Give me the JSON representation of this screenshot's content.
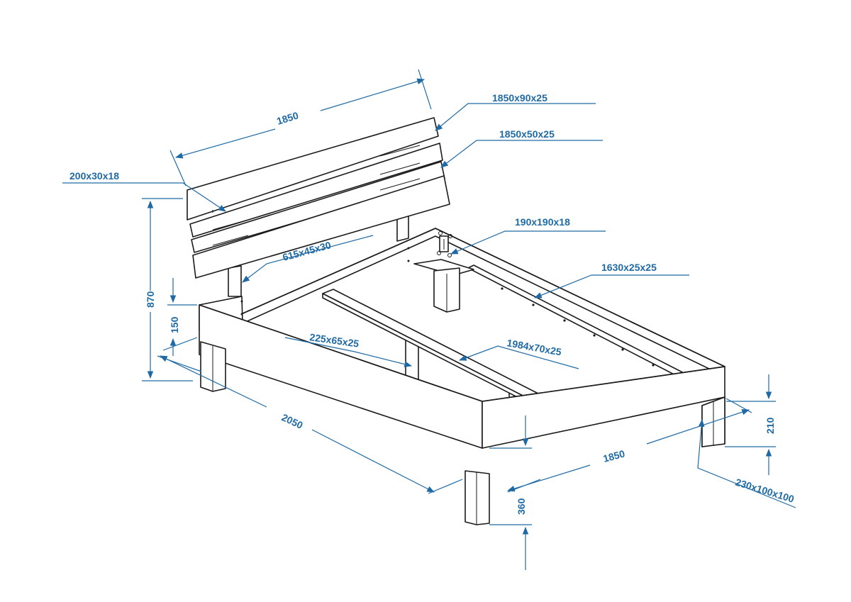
{
  "drawing": {
    "line_color": "#1a1a1a",
    "dimension_color": "#1f6aa5",
    "labels": {
      "headboard_width": "1850",
      "top_board": "1850x90x25",
      "middle_boards": "1850x50x25",
      "headboard_post": "200x30x18",
      "head_post": "615x45x30",
      "corner_block": "190x190x18",
      "side_ledger": "1630x25x25",
      "center_leg": "225x65x25",
      "center_beam": "1984x70x25",
      "total_height": "870",
      "frame_height": "150",
      "length": "2050",
      "frame_width": "1850",
      "leg_height": "360",
      "leg_vis_height": "210",
      "leg_size": "230x100x100"
    }
  }
}
